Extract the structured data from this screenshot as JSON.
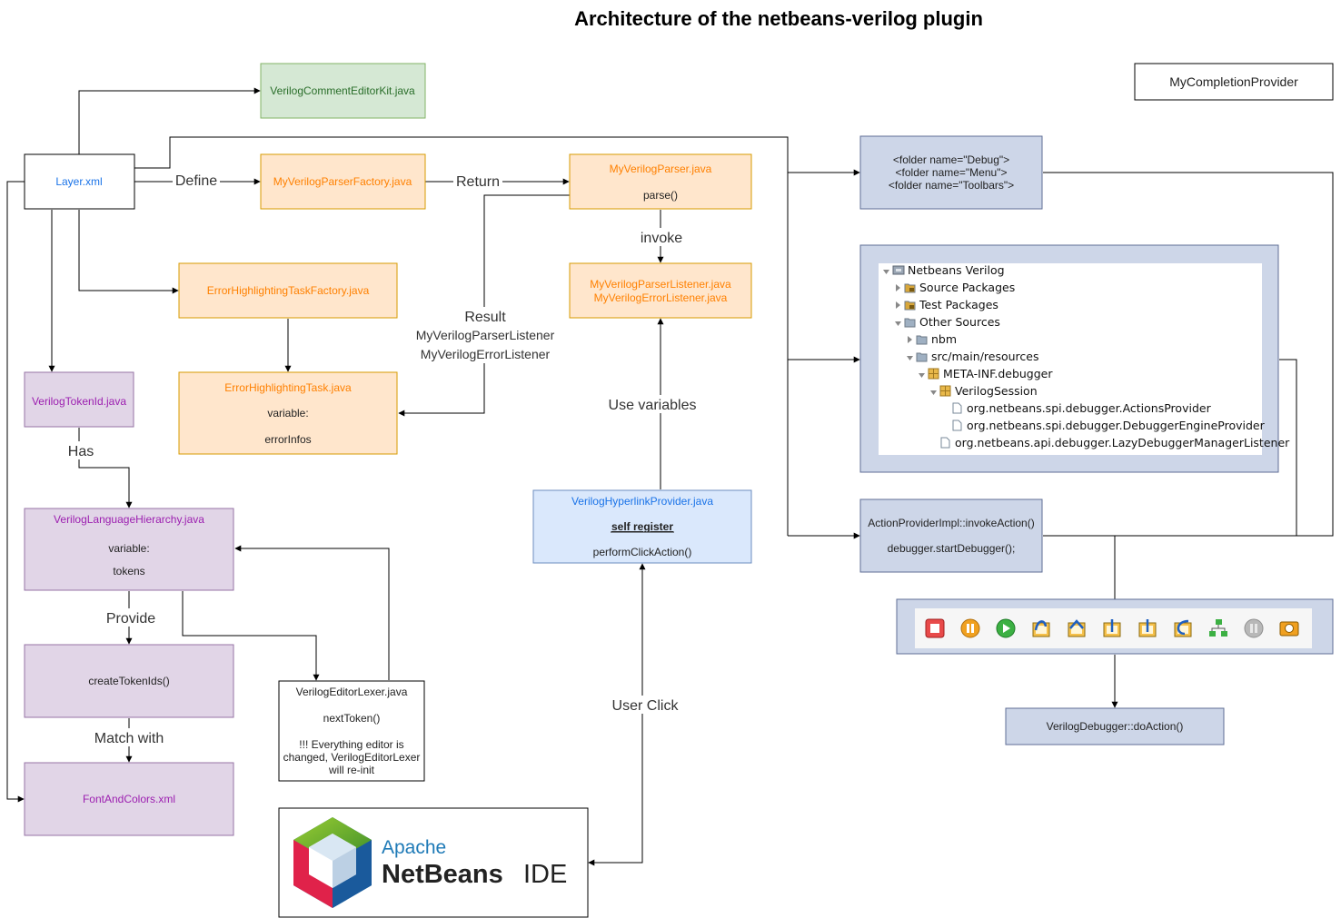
{
  "title": "Architecture  of the netbeans-verilog plugin",
  "nodes": {
    "layer": "Layer.xml",
    "comment_kit": "VerilogCommentEditorKit.java",
    "parser_factory": "MyVerilogParserFactory.java",
    "parser": {
      "name": "MyVerilogParser.java",
      "method": "parse()"
    },
    "listeners": {
      "line1": "MyVerilogParserListener.java",
      "line2": "MyVerilogErrorListener.java"
    },
    "error_factory": "ErrorHighlightingTaskFactory.java",
    "error_task": {
      "name": "ErrorHighlightingTask.java",
      "var_label": "variable:",
      "var_value": "errorInfos"
    },
    "token_id": "VerilogTokenId.java",
    "lang_hierarchy": {
      "name": "VerilogLanguageHierarchy.java",
      "var_label": "variable:",
      "var_value": "tokens"
    },
    "create_tokens": "createTokenIds()",
    "font_colors": "FontAndColors.xml",
    "lexer": {
      "name": "VerilogEditorLexer.java",
      "method": "nextToken()",
      "note1": "!!! Everything editor is",
      "note2": "changed, VerilogEditorLexer",
      "note3": "will re-init"
    },
    "hyperlink": {
      "name": "VerilogHyperlinkProvider.java",
      "register": "self register",
      "method": "performClickAction()"
    },
    "completion": "MyCompletionProvider",
    "folders": {
      "line1": "<folder name=\"Debug\">",
      "line2": "<folder name=\"Menu\">",
      "line3": "<folder name=\"Toolbars\">"
    },
    "action_impl": {
      "line1": "ActionProviderImpl::invokeAction()",
      "line2": "debugger.startDebugger();"
    },
    "debugger": "VerilogDebugger::doAction()"
  },
  "edge_labels": {
    "define": "Define",
    "return": "Return",
    "invoke": "invoke",
    "result": "Result",
    "result_l1": "MyVerilogParserListener",
    "result_l2": "MyVerilogErrorListener",
    "has": "Has",
    "provide": "Provide",
    "match_with": "Match with",
    "use_variables": "Use variables",
    "user_click": "User Click"
  },
  "project_tree": [
    {
      "label": "Netbeans Verilog",
      "icon": "project-icon"
    },
    {
      "label": "Source Packages",
      "icon": "package-folder-icon"
    },
    {
      "label": "Test Packages",
      "icon": "package-folder-icon"
    },
    {
      "label": "Other Sources",
      "icon": "sources-folder-icon"
    },
    {
      "label": "nbm",
      "icon": "folder-icon"
    },
    {
      "label": "src/main/resources",
      "icon": "folder-icon"
    },
    {
      "label": "META-INF.debugger",
      "icon": "package-icon"
    },
    {
      "label": "VerilogSession",
      "icon": "package-icon"
    },
    {
      "label": "org.netbeans.spi.debugger.ActionsProvider",
      "icon": "file-icon"
    },
    {
      "label": "org.netbeans.spi.debugger.DebuggerEngineProvider",
      "icon": "file-icon"
    },
    {
      "label": "org.netbeans.api.debugger.LazyDebuggerManagerListener",
      "icon": "file-icon"
    }
  ],
  "toolbar_icons": [
    "stop-icon",
    "pause-icon",
    "continue-icon",
    "step-over-icon",
    "step-over-expression-icon",
    "step-into-icon",
    "step-out-icon",
    "run-to-cursor-icon",
    "apply-code-changes-icon",
    "pause-disabled-icon",
    "snapshot-icon"
  ],
  "logo": {
    "word1": "Apache",
    "word2": "NetBeans",
    "word3": "IDE"
  },
  "colors": {
    "orange_fill": "#ffe6cc",
    "orange_stroke": "#d79b00",
    "green_fill": "#d5e8d4",
    "green_stroke": "#82b366",
    "purple_fill": "#e1d5e7",
    "purple_stroke": "#9673a6",
    "blue_fill": "#dae8fc",
    "blue_stroke": "#6c8ebf",
    "slate_fill": "#cdd6e8",
    "slate_stroke": "#5f6e96"
  }
}
